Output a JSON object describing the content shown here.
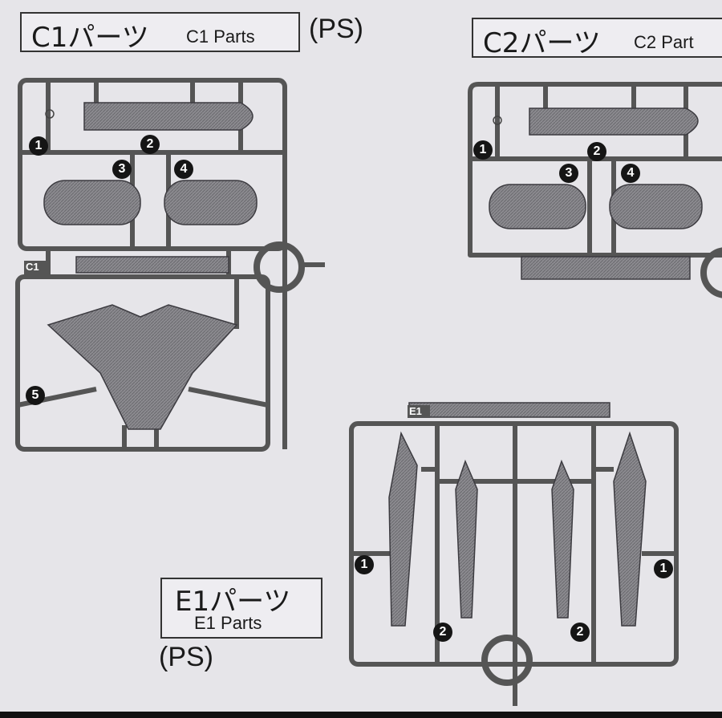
{
  "sections": {
    "c1": {
      "title_jp": "C1パーツ",
      "title_en": "C1 Parts",
      "material": "(PS)",
      "runner_tag": "C1"
    },
    "c2": {
      "title_jp": "C2パーツ",
      "title_en": "C2 Part",
      "material": ""
    },
    "e1": {
      "title_jp": "E1パーツ",
      "title_en": "E1 Parts",
      "material": "(PS)",
      "runner_tag": "E1"
    }
  },
  "markers": {
    "c1": [
      "1",
      "2",
      "3",
      "4",
      "5"
    ],
    "c2": [
      "1",
      "2",
      "3",
      "4"
    ],
    "e1": [
      "1",
      "2",
      "1",
      "2"
    ]
  }
}
